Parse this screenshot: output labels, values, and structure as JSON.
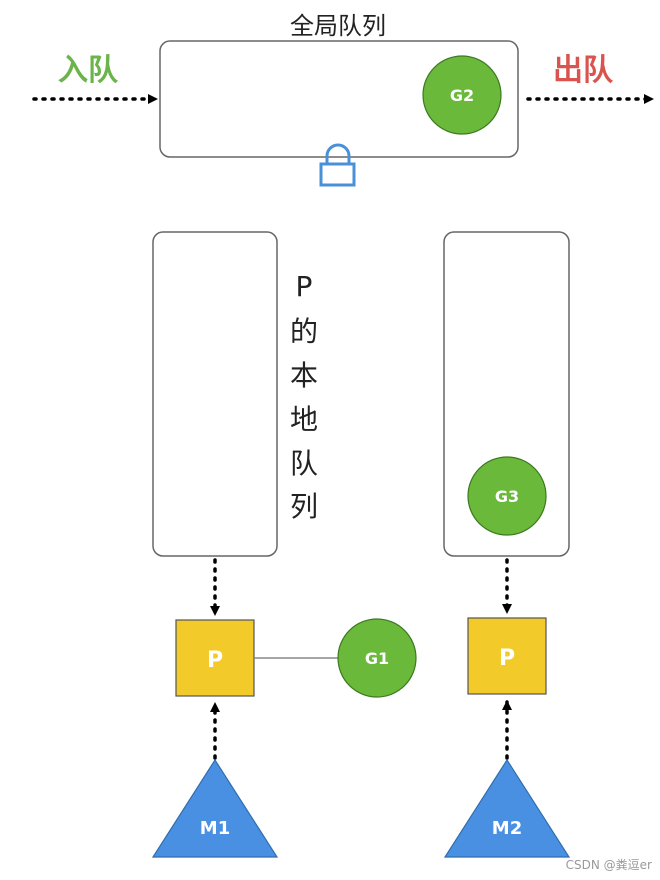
{
  "global_queue": {
    "title": "全局队列",
    "enqueue_label": "入队",
    "dequeue_label": "出队",
    "goroutine": "G2"
  },
  "left_p": {
    "queue_label_chars": [
      "P",
      "的",
      "本",
      "地",
      "队",
      "列"
    ],
    "processor": "P",
    "running_goroutine": "G1",
    "machine": "M1"
  },
  "right_p": {
    "queued_goroutine": "G3",
    "processor": "P",
    "machine": "M2"
  },
  "watermark": "CSDN @粪逗er",
  "colors": {
    "green_label": "#6bb44a",
    "red_label": "#d9534f",
    "goroutine_fill": "#6ab93b",
    "processor_fill": "#f2cb2b",
    "machine_fill": "#4a90e2",
    "lock_stroke": "#4a90d9",
    "box_stroke": "#555555"
  }
}
